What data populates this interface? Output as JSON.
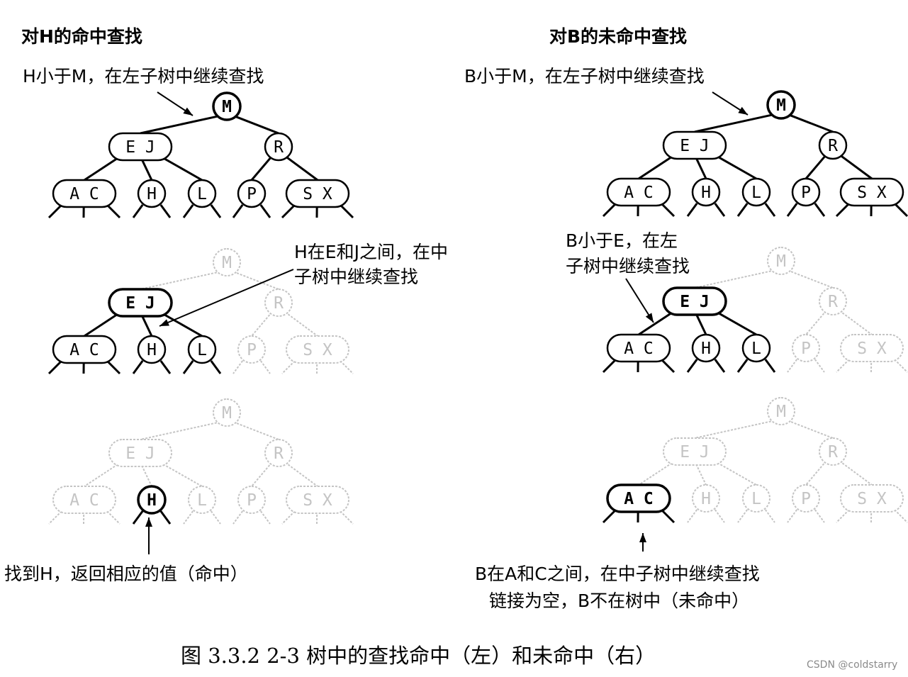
{
  "left_panel": {
    "title": "对H的命中查找",
    "step1_note": "H小于M，在左子树中继续查找",
    "step2_note_lines": [
      "H在E和J之间，在中",
      "子树中继续查找"
    ],
    "step3_note": "找到H，返回相应的值（命中）"
  },
  "right_panel": {
    "title": "对B的未命中查找",
    "step1_note": "B小于M，在左子树中继续查找",
    "step2_note_lines": [
      "B小于E，在左",
      "子树中继续查找"
    ],
    "step3_note_lines": [
      "B在A和C之间，在中子树中继续查找",
      "链接为空，B不在树中（未命中）"
    ]
  },
  "tree": {
    "root": "M",
    "level2": [
      "E J",
      "R"
    ],
    "leaves": [
      "A C",
      "H",
      "L",
      "P",
      "S X"
    ]
  },
  "caption": "图 3.3.2   2-3 树中的查找命中（左）和未命中（右）",
  "watermark": "CSDN @coldstarry",
  "colors": {
    "ink": "#000000",
    "faded": "#c4c4c4",
    "background": "#ffffff"
  }
}
